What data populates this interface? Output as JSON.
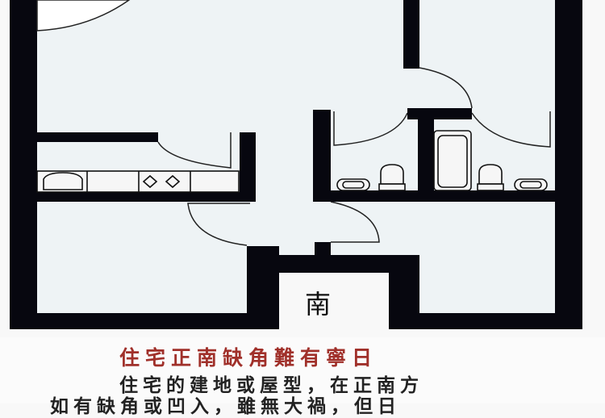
{
  "diagram": {
    "type": "floor-plan",
    "direction_label": "南",
    "colors": {
      "wall": "#07070f",
      "floor": "#eef3f5",
      "background": "#f8f8f8",
      "title_text": "#a0302a",
      "body_text": "#222222"
    },
    "rooms": [
      {
        "name": "upper-left-room"
      },
      {
        "name": "upper-right-room"
      },
      {
        "name": "kitchen"
      },
      {
        "name": "bathroom-left"
      },
      {
        "name": "bathroom-right"
      },
      {
        "name": "lower-left-room"
      },
      {
        "name": "lower-right-room"
      },
      {
        "name": "hallway"
      },
      {
        "name": "south-missing-corner"
      }
    ]
  },
  "caption": {
    "title": "住宅正南缺角難有寧日",
    "line2": "住宅的建地或屋型，在正南方",
    "line3": "如有缺角或凹入，雖無大禍，但日"
  }
}
